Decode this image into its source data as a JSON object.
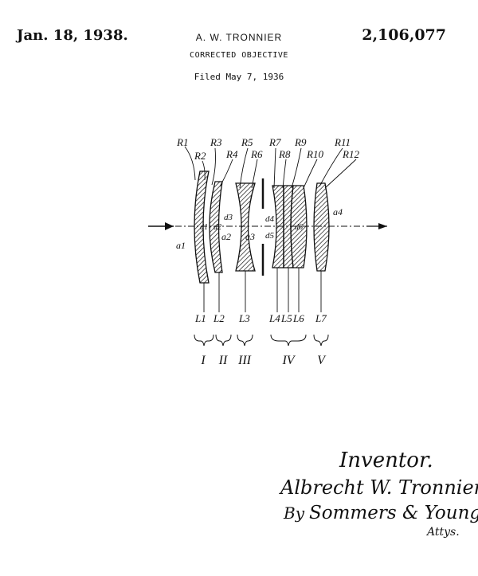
{
  "header": {
    "date": "Jan. 18, 1938.",
    "inventor": "A. W. TRONNIER",
    "patent_number": "2,106,077",
    "title": "CORRECTED OBJECTIVE",
    "filed": "Filed May 7, 1936"
  },
  "figure": {
    "radius_labels": [
      "R1",
      "R2",
      "R3",
      "R4",
      "R5",
      "R6",
      "R7",
      "R8",
      "R9",
      "R10",
      "R11",
      "R12"
    ],
    "distance_labels": [
      "d1",
      "d2",
      "d3",
      "d4",
      "d5",
      "d6"
    ],
    "air_gap_labels": [
      "a1",
      "a2",
      "a3",
      "a4"
    ],
    "lens_labels": [
      "L1",
      "L2",
      "L3",
      "L4",
      "L5",
      "L6",
      "L7"
    ],
    "group_labels": [
      "I",
      "II",
      "III",
      "IV",
      "V"
    ]
  },
  "signature": {
    "heading": "Inventor.",
    "name": "Albrecht W. Tronnier",
    "by": "By",
    "attorneys": "Sommers & Young",
    "suffix": "Attys."
  }
}
